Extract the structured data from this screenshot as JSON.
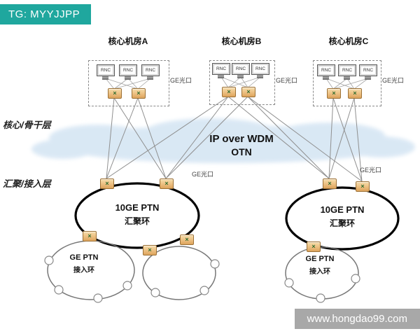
{
  "badges": {
    "top_left": "TG: MYYJJPP",
    "bottom_right": "www.hongdao99.com"
  },
  "layers": {
    "core": "核心/骨干层",
    "aggregation": "汇聚/接入层"
  },
  "cloud": {
    "line1": "IP over WDM",
    "line2": "OTN"
  },
  "rooms": [
    {
      "name": "核心机房A",
      "port_label": "GE光口",
      "devices": [
        "RNC",
        "RNC",
        "RNC"
      ]
    },
    {
      "name": "核心机房B",
      "port_label": "GE光口",
      "devices": [
        "RNC",
        "RNC",
        "RNC"
      ]
    },
    {
      "name": "核心机房C",
      "port_label": "GE光口",
      "devices": [
        "RNC",
        "RNC",
        "RNC"
      ]
    }
  ],
  "aggregation_ports": {
    "left": "GE光口",
    "right": "GE光口"
  },
  "rings": {
    "agg_left": {
      "line1": "10GE PTN",
      "line2": "汇聚环"
    },
    "agg_right": {
      "line1": "10GE PTN",
      "line2": "汇聚环"
    },
    "access_left": {
      "line1": "GE PTN",
      "line2": "接入环"
    },
    "access_right": {
      "line1": "GE PTN",
      "line2": "接入环"
    }
  },
  "icons": {
    "router": "ptn-router-icon",
    "rnc": "rnc-terminal-icon",
    "router_glyph": "×"
  },
  "colors": {
    "badge_top": "#1fa79e",
    "badge_bottom": "#a8a8a8",
    "cloud": "#d8e7f4",
    "router_fill": "#eec488",
    "line": "#8f8f8f"
  }
}
